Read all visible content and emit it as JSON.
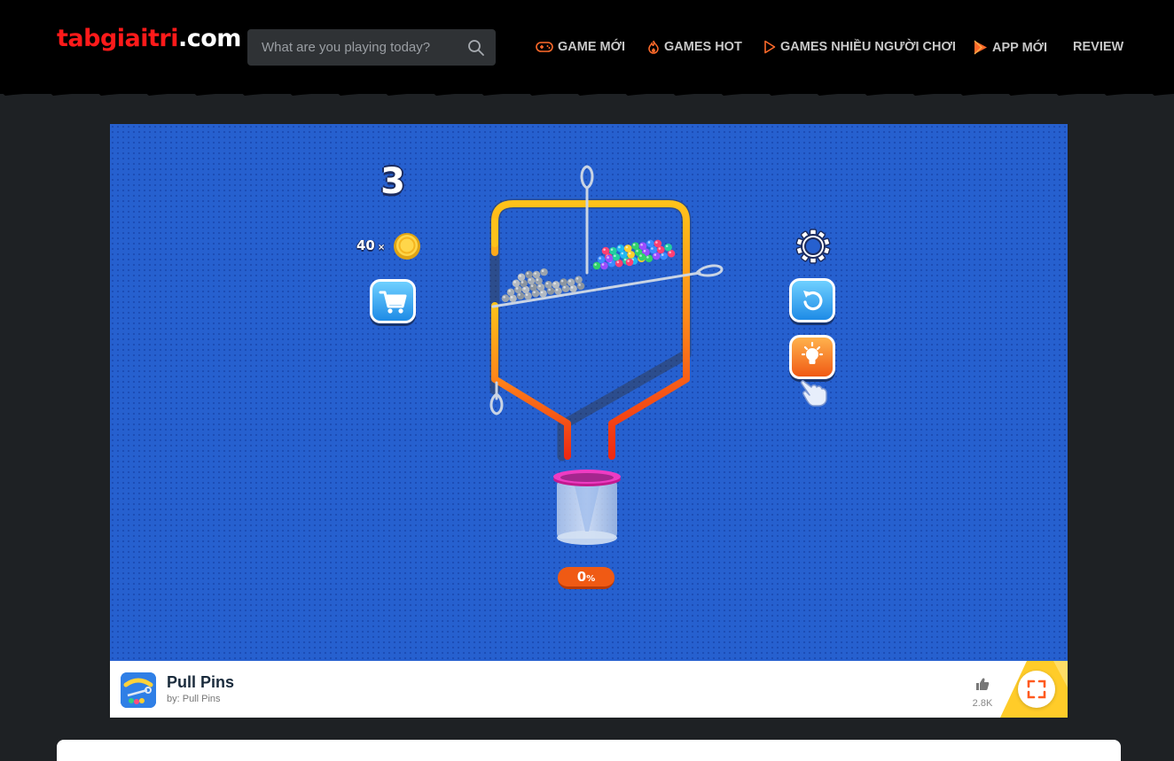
{
  "header": {
    "logo": {
      "part1": "tabgiaitri",
      "part2": ".com"
    },
    "search": {
      "placeholder": "What are you playing today?",
      "icon": "search-icon"
    },
    "nav": [
      {
        "label": "GAME MỚI",
        "icon": "gamepad-icon",
        "icon_color": "#ff6a2a"
      },
      {
        "label": "GAMES HOT",
        "icon": "fire-icon",
        "icon_color": "#ff6a2a"
      },
      {
        "label": "GAMES NHIỀU NGƯỜI CHƠI",
        "icon": "play-outline-icon",
        "icon_color": "#ff6a2a"
      },
      {
        "label": "APP MỚI",
        "icon": "play-store-icon",
        "icon_color": "#ff6a2a"
      },
      {
        "label": "REVIEW"
      }
    ]
  },
  "game": {
    "level": "3",
    "coins": "40",
    "coins_mult": "×",
    "progress_value": "0",
    "progress_unit": "%",
    "background_color": "#2660cf",
    "buttons": [
      "shop-cart-icon",
      "settings-gear-icon",
      "restart-icon",
      "hint-bulb-icon"
    ]
  },
  "info": {
    "title": "Pull Pins",
    "byline": "by: Pull Pins",
    "likes": "2.8K",
    "accent": "#ffcc29"
  },
  "colors": {
    "header_bg": "#000000",
    "page_bg": "#1e2124",
    "logo_red": "#ff1a1a",
    "nav_text": "#c8c8c8"
  }
}
